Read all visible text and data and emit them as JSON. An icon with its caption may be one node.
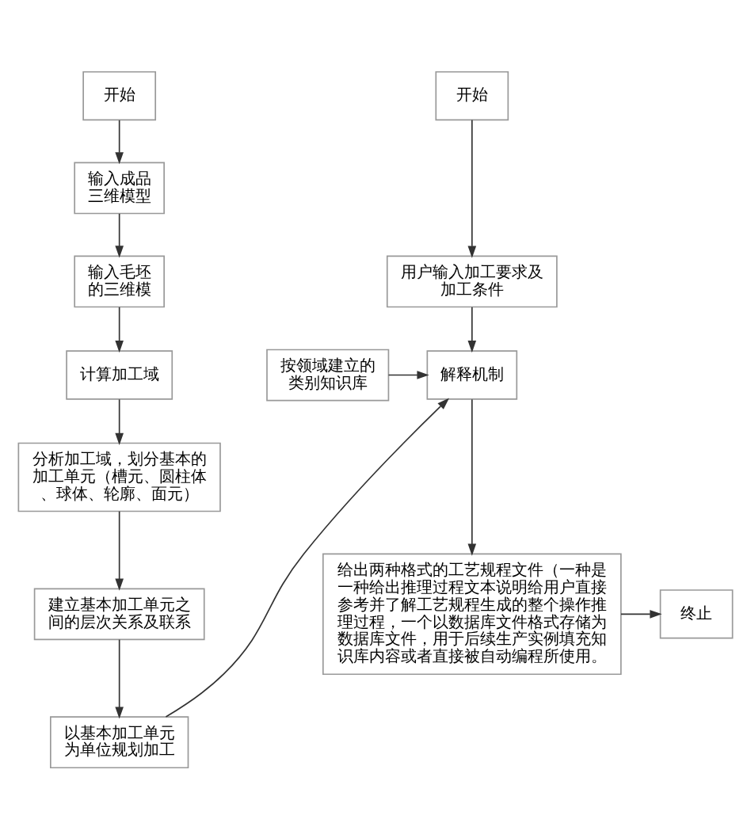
{
  "diagram": {
    "nodes": [
      {
        "text": [
          "开始"
        ]
      },
      {
        "text": [
          "输入成品三维模型"
        ]
      },
      {
        "text": [
          "输入毛坯的三维模"
        ]
      },
      {
        "text": [
          "计算加工域"
        ]
      },
      {
        "text": [
          "分析加工域，划分基本的加工单元（槽元、圆柱体、球体、轮廓、面元）"
        ]
      },
      {
        "text": [
          "建立基本加工单元之间的层次关系及联系"
        ]
      },
      {
        "text": [
          "以基本加工单元为单位规划加工"
        ]
      },
      {
        "text": [
          "开始"
        ]
      },
      {
        "text": [
          "用户输入加工要求及加工条件"
        ]
      },
      {
        "text": [
          "解释机制"
        ]
      },
      {
        "text": [
          "按领域建立的类别知识库"
        ]
      },
      {
        "text": [
          "给出两种格式的工艺规程文件（一种是一种给出推理过程文本说明给用户直接参考并了解工艺规程生成的整个操作推理过程，一个以数据库文件格式存储为数据库文件，用于后续生产实例填充知识库内容或者直接被自动编程所使用。"
        ]
      },
      {
        "text": [
          "终止"
        ]
      }
    ],
    "edges": [
      {
        "from": 0,
        "to": 1,
        "arrow": "to"
      },
      {
        "from": 1,
        "to": 2,
        "arrow": "to"
      },
      {
        "from": 2,
        "to": 3,
        "arrow": "to"
      },
      {
        "from": 3,
        "to": 4,
        "arrow": "to"
      },
      {
        "from": 4,
        "to": 5,
        "arrow": "to"
      },
      {
        "from": 5,
        "to": 6,
        "arrow": "to"
      },
      {
        "from": 6,
        "to": 9,
        "arrow": "to"
      },
      {
        "from": 7,
        "to": 8,
        "arrow": "to"
      },
      {
        "from": 8,
        "to": 9,
        "arrow": "to"
      },
      {
        "from": 10,
        "to": 9,
        "arrow": "to"
      },
      {
        "from": 9,
        "to": 11,
        "arrow": "to"
      },
      {
        "from": 11,
        "to": 12,
        "arrow": "to"
      }
    ]
  }
}
